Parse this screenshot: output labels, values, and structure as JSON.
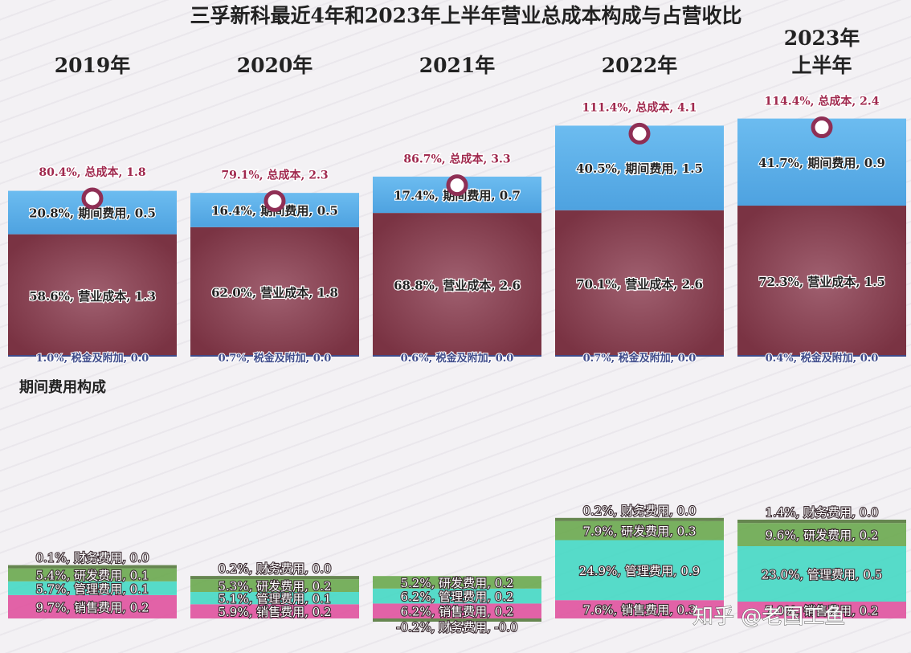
{
  "chart_data": {
    "type": "bar",
    "title": "三孚新科最近4年和2023年上半年营业总成本构成与占营收比",
    "subtitle": "期间费用构成",
    "categories": [
      "2019年",
      "2020年",
      "2021年",
      "2022年",
      "2023年\n上半年"
    ],
    "total_cost": [
      {
        "label": "80.4%, 总成本, 1.8",
        "pct": 80.4,
        "value": 1.8
      },
      {
        "label": "79.1%, 总成本, 2.3",
        "pct": 79.1,
        "value": 2.3
      },
      {
        "label": "86.7%, 总成本, 3.3",
        "pct": 86.7,
        "value": 3.3
      },
      {
        "label": "111.4%, 总成本, 4.1",
        "pct": 111.4,
        "value": 4.1
      },
      {
        "label": "114.4%, 总成本, 2.4",
        "pct": 114.4,
        "value": 2.4
      }
    ],
    "upper_series": [
      {
        "name": "营业成本",
        "pct": [
          58.6,
          62.0,
          68.8,
          70.1,
          72.3
        ],
        "values": [
          1.3,
          1.8,
          2.6,
          2.6,
          1.5
        ],
        "labels": [
          "58.6%, 营业成本, 1.3",
          "62.0%, 营业成本, 1.8",
          "68.8%, 营业成本, 2.6",
          "70.1%, 营业成本, 2.6",
          "72.3%, 营业成本, 1.5"
        ],
        "color": "#7e3848"
      },
      {
        "name": "期间费用",
        "pct": [
          20.8,
          16.4,
          17.4,
          40.5,
          41.7
        ],
        "values": [
          0.5,
          0.5,
          0.7,
          1.5,
          0.9
        ],
        "labels": [
          "20.8%, 期间费用, 0.5",
          "16.4%, 期间费用, 0.5",
          "17.4%, 期间费用, 0.7",
          "40.5%, 期间费用, 1.5",
          "41.7%, 期间费用, 0.9"
        ],
        "color": "#5aaee6"
      },
      {
        "name": "税金及附加",
        "pct": [
          1.0,
          0.7,
          0.6,
          0.7,
          0.4
        ],
        "values": [
          0.0,
          0.0,
          0.0,
          0.0,
          0.0
        ],
        "labels": [
          "1.0%, 税金及附加, 0.0",
          "0.7%, 税金及附加, 0.0",
          "0.6%, 税金及附加, 0.0",
          "0.7%, 税金及附加, 0.0",
          "0.4%, 税金及附加, 0.0"
        ],
        "color": "#3d4a8a"
      }
    ],
    "lower_series": [
      {
        "name": "销售费用",
        "pct": [
          9.7,
          5.9,
          6.2,
          7.6,
          7.0
        ],
        "values": [
          0.2,
          0.2,
          0.2,
          0.3,
          0.2
        ],
        "labels": [
          "9.7%, 销售费用, 0.2",
          "5.9%, 销售费用, 0.2",
          "6.2%, 销售费用, 0.2",
          "7.6%, 销售费用, 0.3",
          "7.0%, 销售费用, 0.2"
        ],
        "color": "#e0529f"
      },
      {
        "name": "管理费用",
        "pct": [
          5.7,
          5.1,
          6.2,
          24.9,
          23.0
        ],
        "values": [
          0.1,
          0.1,
          0.2,
          0.9,
          0.5
        ],
        "labels": [
          "5.7%, 管理费用, 0.1",
          "5.1%, 管理费用, 0.1",
          "6.2%, 管理费用, 0.2",
          "24.9%, 管理费用, 0.9",
          "23.0%, 管理费用, 0.5"
        ],
        "color": "#45d8c4"
      },
      {
        "name": "研发费用",
        "pct": [
          5.4,
          5.3,
          5.2,
          7.9,
          9.6
        ],
        "values": [
          0.1,
          0.2,
          0.2,
          0.3,
          0.2
        ],
        "labels": [
          "5.4%, 研发费用, 0.1",
          "5.3%, 研发费用, 0.2",
          "5.2%, 研发费用, 0.2",
          "7.9%, 研发费用, 0.3",
          "9.6%, 研发费用, 0.2"
        ],
        "color": "#6aa84f"
      },
      {
        "name": "财务费用",
        "pct": [
          0.1,
          0.2,
          -0.2,
          0.2,
          1.4
        ],
        "values": [
          0.0,
          0.0,
          -0.0,
          0.0,
          0.0
        ],
        "labels": [
          "0.1%, 财务费用, 0.0",
          "0.2%, 财务费用, 0.0",
          "-0.2%, 财务费用, -0.0",
          "0.2%, 财务费用, 0.0",
          "1.4%, 财务费用, 0.0"
        ],
        "color": "#567a3e"
      }
    ]
  },
  "watermark": "知乎 @老国工鱼"
}
